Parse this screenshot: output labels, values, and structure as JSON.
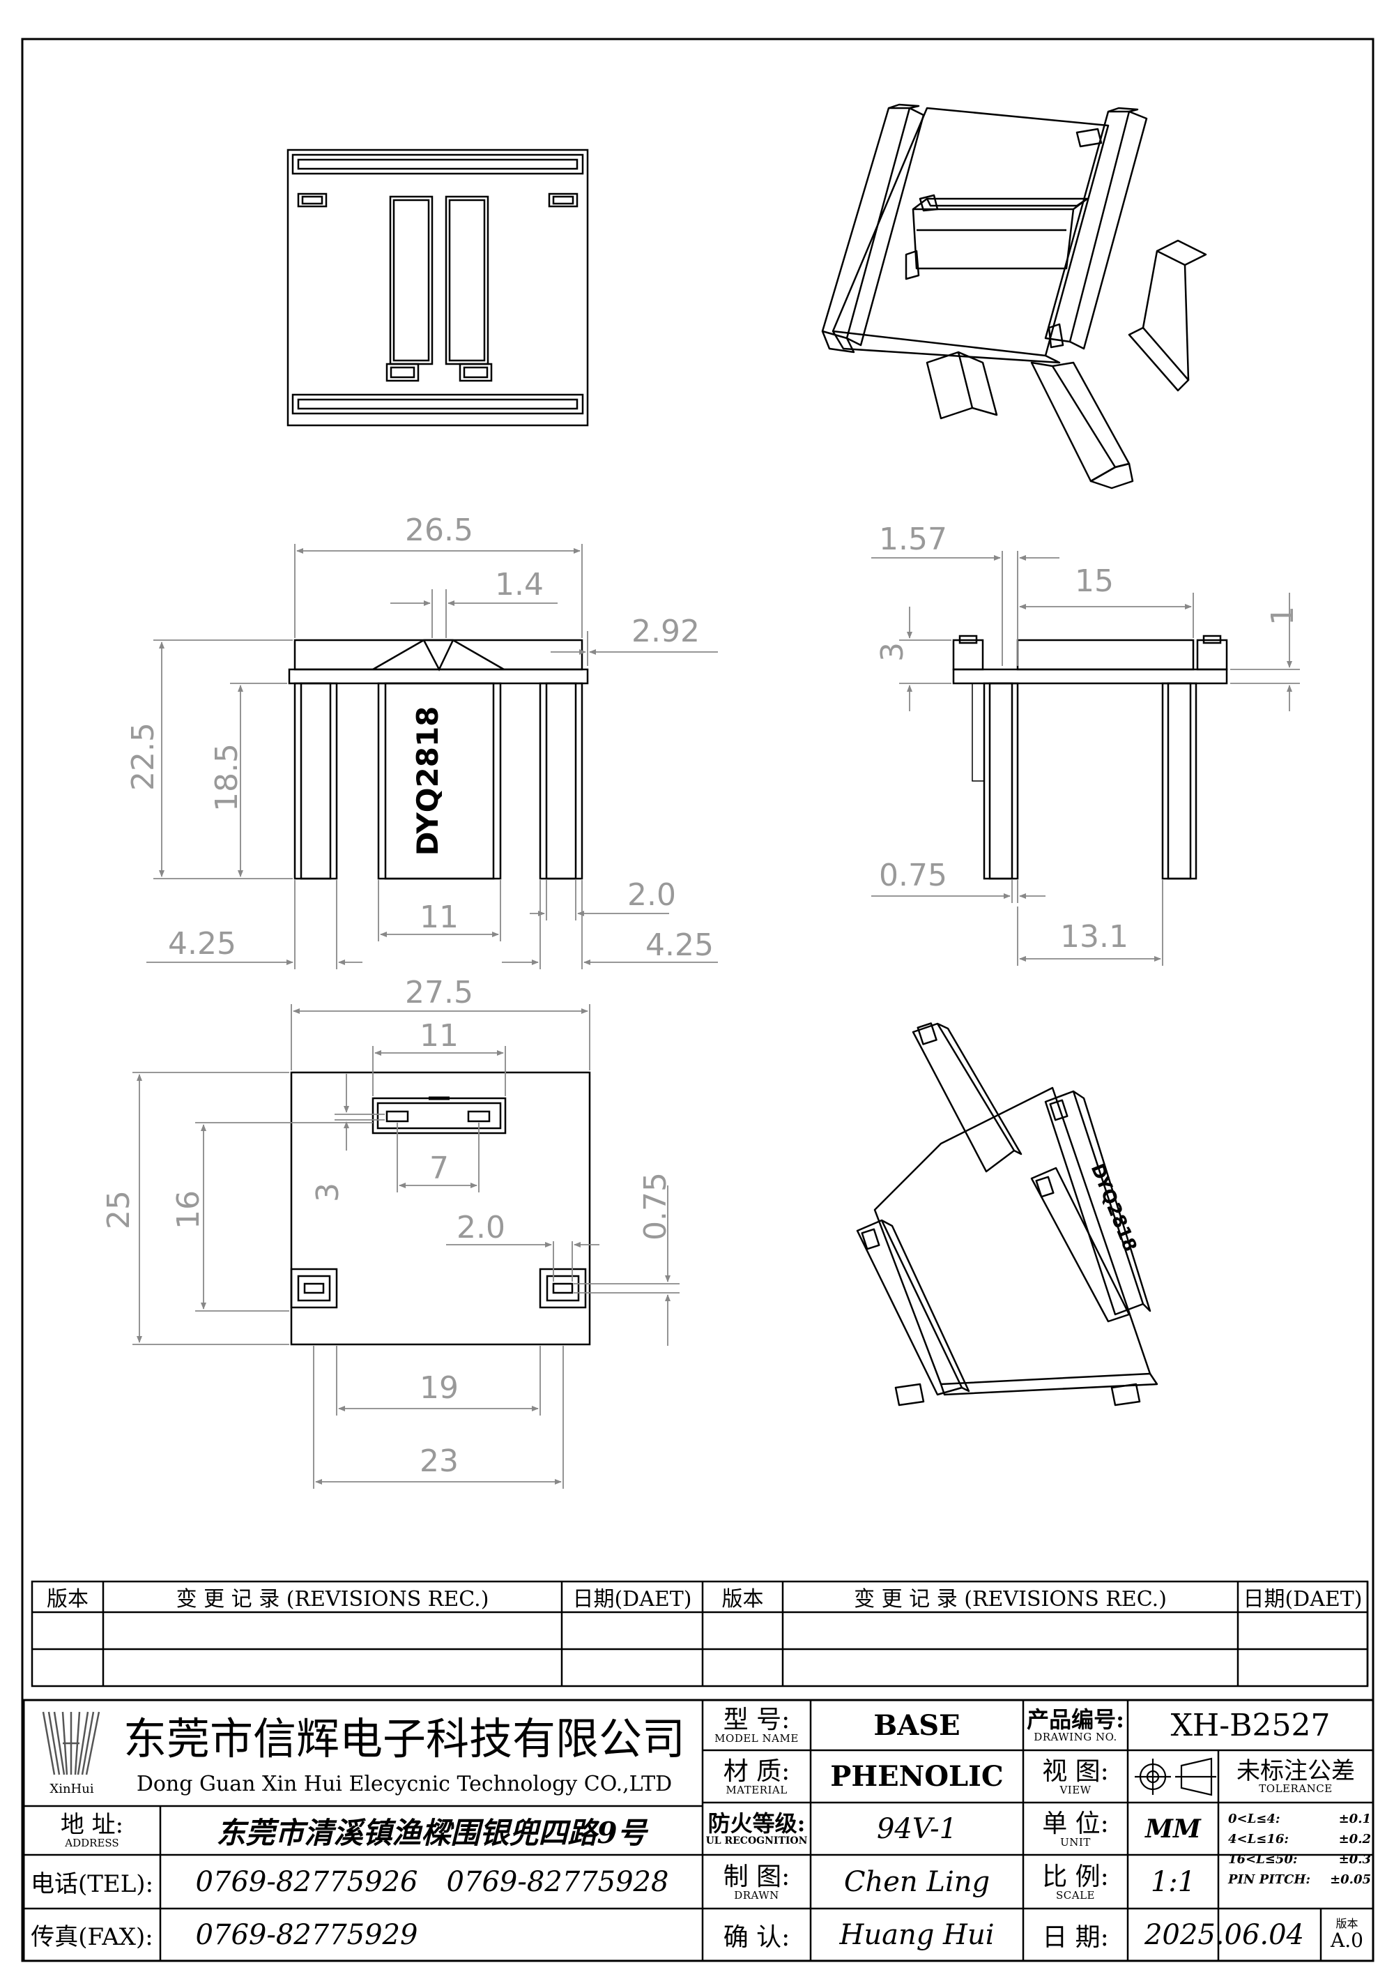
{
  "dimensions": {
    "front_width": "26.5",
    "front_center_gap": "1.4",
    "front_top_step": "2.92",
    "front_height_total": "22.5",
    "front_height_pins": "18.5",
    "front_pin_spacing": "11",
    "front_pin_width": "2.0",
    "front_left_offset": "4.25",
    "front_right_offset": "4.25",
    "side_pin_thick": "1.57",
    "side_top_len": "15",
    "side_step_a": "3",
    "side_step_b": "1",
    "side_pin_small": "0.75",
    "side_pin_spacing": "13.1",
    "bottom_width": "27.5",
    "bottom_slot_width": "11",
    "bottom_height": "25",
    "bottom_inner_height": "16",
    "bottom_slot_height": "3",
    "bottom_slot_pitch": "7",
    "bottom_hole_width": "2.0",
    "bottom_hole_small": "0.75",
    "bottom_pin_pitch_a": "19",
    "bottom_pin_pitch_b": "23"
  },
  "part_marking": "DYQ2818",
  "revisions": {
    "col_version": "版本",
    "col_record": "变 更 记 录  (REVISIONS REC.)",
    "col_date": "日期(DAET)"
  },
  "company": {
    "logo_text": "XinHui",
    "name_cn": "东莞市信辉电子科技有限公司",
    "name_en": "Dong Guan Xin Hui Elecycnic Technology CO.,LTD",
    "address_label": "地  址:",
    "address_label_en": "ADDRESS",
    "address": "东莞市清溪镇渔樑围银兜四路9号",
    "tel_label": "电话(TEL):",
    "tel1": "0769-82775926",
    "tel2": "0769-82775928",
    "fax_label": "传真(FAX):",
    "fax": "0769-82775929"
  },
  "fields": {
    "model_label": "型  号:",
    "model_label_en": "MODEL NAME",
    "model": "BASE",
    "material_label": "材  质:",
    "material_label_en": "MATERIAL",
    "material": "PHENOLIC",
    "ul_label": "防火等级:",
    "ul_label_en": "UL RECOGNITION",
    "ul": "94V-1",
    "drawn_label": "制  图:",
    "drawn_label_en": "DRAWN",
    "drawn": "Chen Ling",
    "checked_label": "确  认:",
    "checked": "Huang Hui",
    "drawing_no_label": "产品编号:",
    "drawing_no_label_en": "DRAWING NO.",
    "drawing_no": "XH-B2527",
    "view_label": "视  图:",
    "view_label_en": "VIEW",
    "unit_label": "单  位:",
    "unit_label_en": "UNIT",
    "unit": "MM",
    "scale_label": "比  例:",
    "scale_label_en": "SCALE",
    "scale": "1:1",
    "date_label": "日  期:",
    "date": "2025.06.04",
    "version_label": "版本",
    "version": "A.0"
  },
  "tolerance": {
    "title": "未标注公差",
    "title_en": "TOLERANCE",
    "rows": [
      {
        "range": "0<L≤4:",
        "value": "±0.1"
      },
      {
        "range": "4<L≤16:",
        "value": "±0.2"
      },
      {
        "range": "16<L≤50:",
        "value": "±0.3"
      },
      {
        "range": "PIN PITCH:",
        "value": "±0.05"
      }
    ]
  }
}
